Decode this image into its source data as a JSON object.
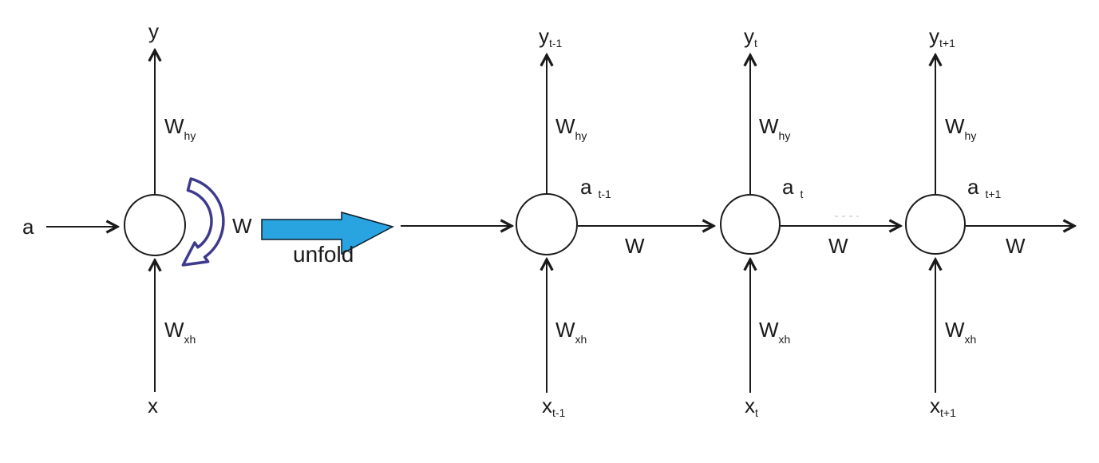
{
  "title": "RNN unfolding diagram",
  "colors": {
    "line": "#1a1a1a",
    "loop": "#3e3a8c",
    "unfold_fill": "#29a4e0"
  },
  "folded": {
    "output_label": "y",
    "weight_hy_base": "W",
    "weight_hy_sub": "hy",
    "state_label": "a",
    "weight_recurrent": "W",
    "weight_xh_base": "W",
    "weight_xh_sub": "xh",
    "input_label": "x"
  },
  "unfold": {
    "label": "unfold"
  },
  "cells": [
    {
      "time": "t-1",
      "y_base": "y",
      "y_sub": "t-1",
      "weight_hy_base": "W",
      "weight_hy_sub": "hy",
      "a_base": "a",
      "a_sub": "t-1",
      "weight_next": "W",
      "weight_xh_base": "W",
      "weight_xh_sub": "xh",
      "x_base": "x",
      "x_sub": "t-1"
    },
    {
      "time": "t",
      "y_base": "y",
      "y_sub": "t",
      "weight_hy_base": "W",
      "weight_hy_sub": "hy",
      "a_base": "a",
      "a_sub": "t",
      "weight_next": "W",
      "weight_xh_base": "W",
      "weight_xh_sub": "xh",
      "x_base": "x",
      "x_sub": "t"
    },
    {
      "time": "t+1",
      "y_base": "y",
      "y_sub": "t+1",
      "weight_hy_base": "W",
      "weight_hy_sub": "hy",
      "a_base": "a",
      "a_sub": "t+1",
      "weight_next": "W",
      "weight_xh_base": "W",
      "weight_xh_sub": "xh",
      "x_base": "x",
      "x_sub": "t+1"
    }
  ]
}
